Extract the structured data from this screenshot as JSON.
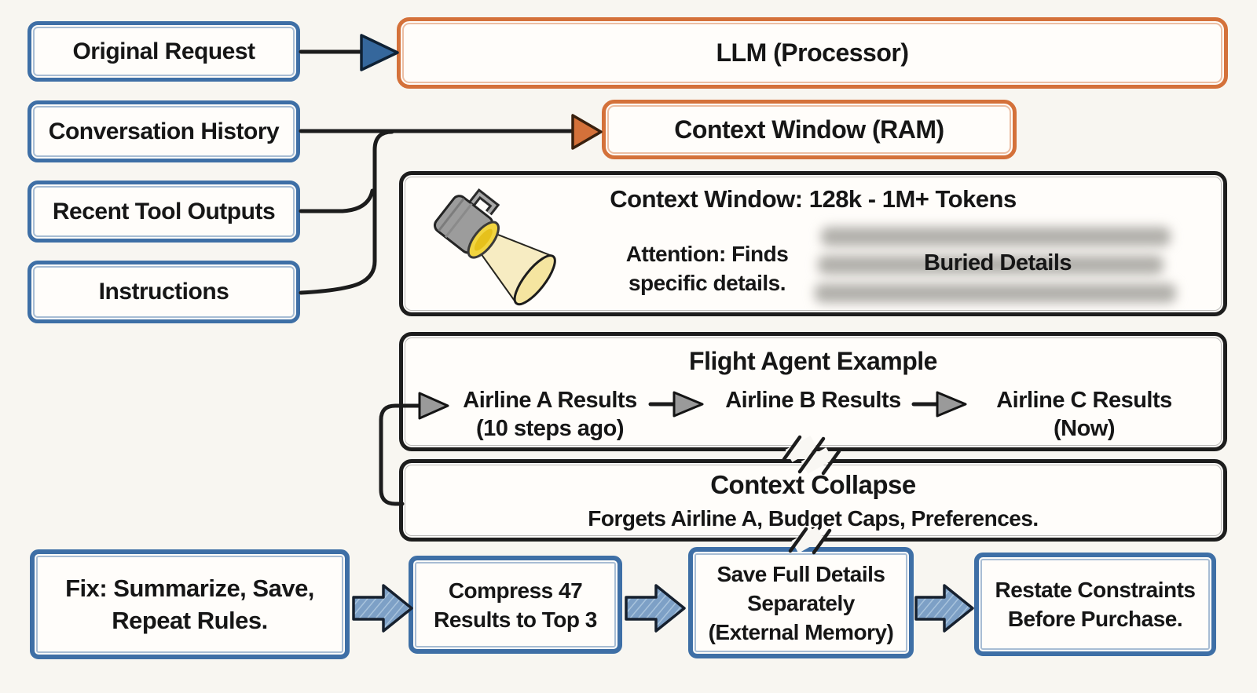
{
  "colors": {
    "accent_blue": "#3e6fa6",
    "accent_orange": "#d4713a",
    "ink": "#1c1c1c",
    "arrow_fill_blue": "#7da0c6",
    "arrowhead_blue": "#35679c",
    "beam_yellow": "#f5e5a0"
  },
  "icons": {
    "spotlight": "spotlight-icon",
    "arrowheads": "arrow-right-icon"
  },
  "inputs": [
    {
      "label": "Original Request"
    },
    {
      "label": "Conversation History"
    },
    {
      "label": "Recent Tool Outputs"
    },
    {
      "label": "Instructions"
    }
  ],
  "processor": {
    "label": "LLM (Processor)"
  },
  "ram": {
    "label": "Context Window (RAM)"
  },
  "window": {
    "title": "Context Window: 128k - 1M+ Tokens",
    "attention": "Attention: Finds\nspecific details.",
    "buried_label": "Buried Details"
  },
  "flight": {
    "title": "Flight Agent Example",
    "steps": [
      {
        "label": "Airline A Results",
        "sub": "(10 steps ago)"
      },
      {
        "label": "Airline B Results",
        "sub": ""
      },
      {
        "label": "Airline C Results",
        "sub": "(Now)"
      }
    ]
  },
  "collapse": {
    "title": "Context Collapse",
    "subtitle": "Forgets Airline A, Budget Caps, Preferences."
  },
  "fix_steps": [
    {
      "label": "Fix: Summarize, Save,\nRepeat Rules."
    },
    {
      "label": "Compress 47\nResults to Top 3"
    },
    {
      "label": "Save Full Details\nSeparately\n(External Memory)"
    },
    {
      "label": "Restate Constraints\nBefore Purchase."
    }
  ]
}
